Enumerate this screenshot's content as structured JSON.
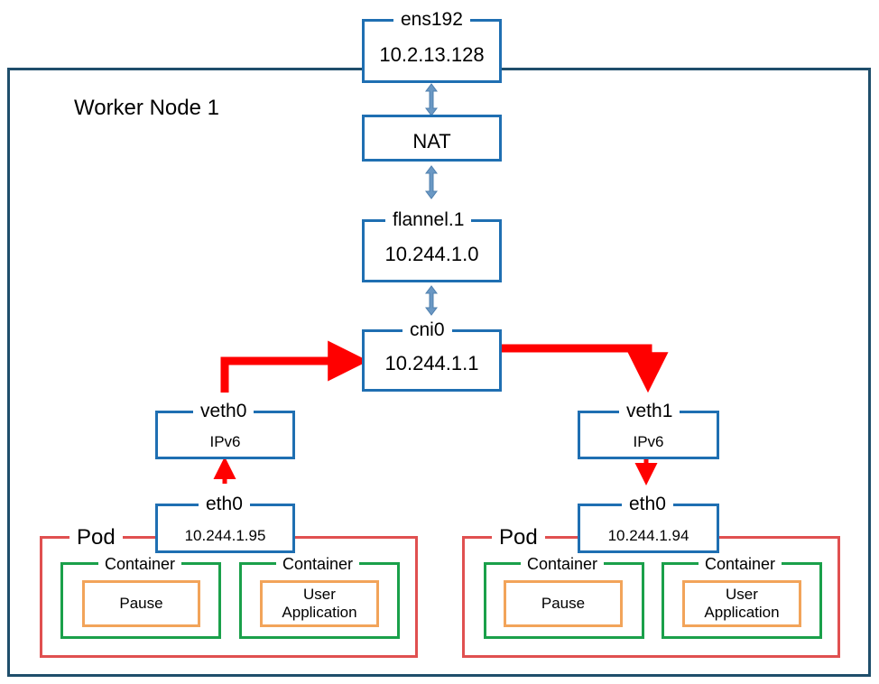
{
  "node": {
    "title": "Worker Node 1"
  },
  "ens192": {
    "label": "ens192",
    "ip": "10.2.13.128"
  },
  "nat": {
    "label": "NAT"
  },
  "flannel": {
    "label": "flannel.1",
    "ip": "10.244.1.0"
  },
  "cni0": {
    "label": "cni0",
    "ip": "10.244.1.1"
  },
  "left": {
    "veth": {
      "label": "veth0",
      "proto": "IPv6"
    },
    "eth": {
      "label": "eth0",
      "ip": "10.244.1.95"
    },
    "pod": {
      "label": "Pod"
    },
    "containers": [
      {
        "label": "Container",
        "content": "Pause"
      },
      {
        "label": "Container",
        "content": "User\nApplication"
      }
    ]
  },
  "right": {
    "veth": {
      "label": "veth1",
      "proto": "IPv6"
    },
    "eth": {
      "label": "eth0",
      "ip": "10.244.1.94"
    },
    "pod": {
      "label": "Pod"
    },
    "containers": [
      {
        "label": "Container",
        "content": "Pause"
      },
      {
        "label": "Container",
        "content": "User\nApplication"
      }
    ]
  },
  "colors": {
    "node_border": "#1f4e6b",
    "box_border": "#1f6fb2",
    "pod_border": "#e05050",
    "container_border": "#1aa04a",
    "inner_border": "#f2a45a",
    "flow_arrow": "#ff0000",
    "link_arrow": "#6a98c4"
  }
}
